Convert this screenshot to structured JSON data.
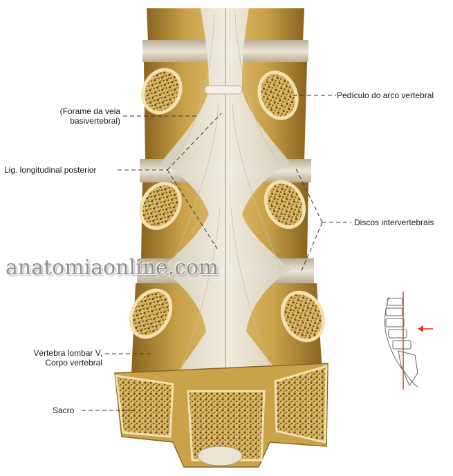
{
  "watermark": "anatomiaonline.com",
  "labels": {
    "pediculo": "Pedículo do arco vertebral",
    "forame_1": "(Forame da veia",
    "forame_2": "basivertebral)",
    "lig": "Lig. longitudinal posterior",
    "discos": "Discos intervertebrais",
    "vertebra_1": "Vértebra lombar V,",
    "vertebra_2": "Corpo vertebral",
    "sacro": "Sacro"
  },
  "colors": {
    "bone": "#c9a24a",
    "bone_dark": "#8a6420",
    "bone_light": "#e6c77a",
    "ligament": "#e8e2d2",
    "disc": "#d9d3c3",
    "leader": "#333333",
    "arrow": "#e8322a",
    "section_line": "#d43a3a"
  },
  "icons": [
    "red-arrow-icon",
    "spine-orientation-icon"
  ]
}
